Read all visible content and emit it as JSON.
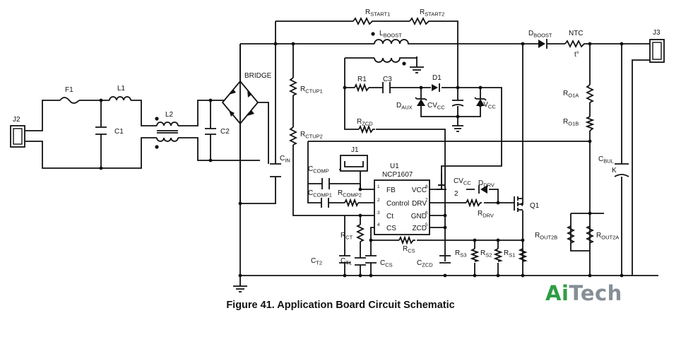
{
  "caption": "Figure 41. Application Board Circuit Schematic",
  "logo": {
    "part1": "Ai",
    "part2": "Tech",
    "color1": "#2f9e44",
    "color2": "#868e96"
  },
  "ic": {
    "ref": "U1",
    "part": "NCP1607",
    "pins_left": [
      {
        "n": "1",
        "name": "FB"
      },
      {
        "n": "2",
        "name": "Control"
      },
      {
        "n": "3",
        "name": "Ct"
      },
      {
        "n": "4",
        "name": "CS"
      }
    ],
    "pins_right": [
      {
        "n": "8",
        "name": "VCC"
      },
      {
        "n": "7",
        "name": "DRV"
      },
      {
        "n": "6",
        "name": "GND"
      },
      {
        "n": "5",
        "name": "ZCD"
      }
    ]
  },
  "labels": {
    "rstart1": {
      "main": "R",
      "sub": "START1"
    },
    "rstart2": {
      "main": "R",
      "sub": "START2"
    },
    "lboost": {
      "main": "L",
      "sub": "BOOST"
    },
    "dboost": {
      "main": "D",
      "sub": "BOOST"
    },
    "ntc": {
      "main": "NTC",
      "sub": ""
    },
    "ntc_t": {
      "main": "t°",
      "sub": ""
    },
    "j3": {
      "main": "J3",
      "sub": ""
    },
    "j2": {
      "main": "J2",
      "sub": ""
    },
    "f1": {
      "main": "F1",
      "sub": ""
    },
    "l1": {
      "main": "L1",
      "sub": ""
    },
    "l2": {
      "main": "L2",
      "sub": ""
    },
    "c1": {
      "main": "C1",
      "sub": ""
    },
    "c2": {
      "main": "C2",
      "sub": ""
    },
    "bridge": {
      "main": "BRIDGE",
      "sub": ""
    },
    "rctup1": {
      "main": "R",
      "sub": "CTUP1"
    },
    "rctup2": {
      "main": "R",
      "sub": "CTUP2"
    },
    "cin": {
      "main": "C",
      "sub": "IN"
    },
    "r1": {
      "main": "R1",
      "sub": ""
    },
    "c3": {
      "main": "C3",
      "sub": ""
    },
    "d1": {
      "main": "D1",
      "sub": ""
    },
    "daux": {
      "main": "D",
      "sub": "AUX"
    },
    "cvcc_top": {
      "main": "CV",
      "sub": "CC"
    },
    "dvcc": {
      "main": "DV",
      "sub": "CC"
    },
    "rzcd": {
      "main": "R",
      "sub": "ZCD"
    },
    "ro1a": {
      "main": "R",
      "sub": "O1A"
    },
    "ro1b": {
      "main": "R",
      "sub": "O1B"
    },
    "cbul": {
      "main": "C",
      "sub": "BUL"
    },
    "cbul_k": {
      "main": "K",
      "sub": ""
    },
    "j1": {
      "main": "J1",
      "sub": ""
    },
    "ccomp": {
      "main": "C",
      "sub": "COMP"
    },
    "ccomp1": {
      "main": "C",
      "sub": "COMP1"
    },
    "rcomp2": {
      "main": "R",
      "sub": "COMP2"
    },
    "cvcc2": {
      "main": "CV",
      "sub": "CC"
    },
    "cvcc2_n": {
      "main": "2",
      "sub": ""
    },
    "ddrv": {
      "main": "D",
      "sub": "DRV"
    },
    "rdrv": {
      "main": "R",
      "sub": "DRV"
    },
    "q1": {
      "main": "Q1",
      "sub": ""
    },
    "rct": {
      "main": "R",
      "sub": "CT"
    },
    "rcs": {
      "main": "R",
      "sub": "CS"
    },
    "rout2b": {
      "main": "R",
      "sub": "OUT2B"
    },
    "rout2a": {
      "main": "R",
      "sub": "OUT2A"
    },
    "rs3": {
      "main": "R",
      "sub": "S3"
    },
    "rs2": {
      "main": "R",
      "sub": "S2"
    },
    "rs1": {
      "main": "R",
      "sub": "S1"
    },
    "ct2": {
      "main": "C",
      "sub": "T2"
    },
    "ct1": {
      "main": "C",
      "sub": "T1"
    },
    "ccs": {
      "main": "C",
      "sub": "CS"
    },
    "czcd": {
      "main": "C",
      "sub": "ZCD"
    }
  }
}
